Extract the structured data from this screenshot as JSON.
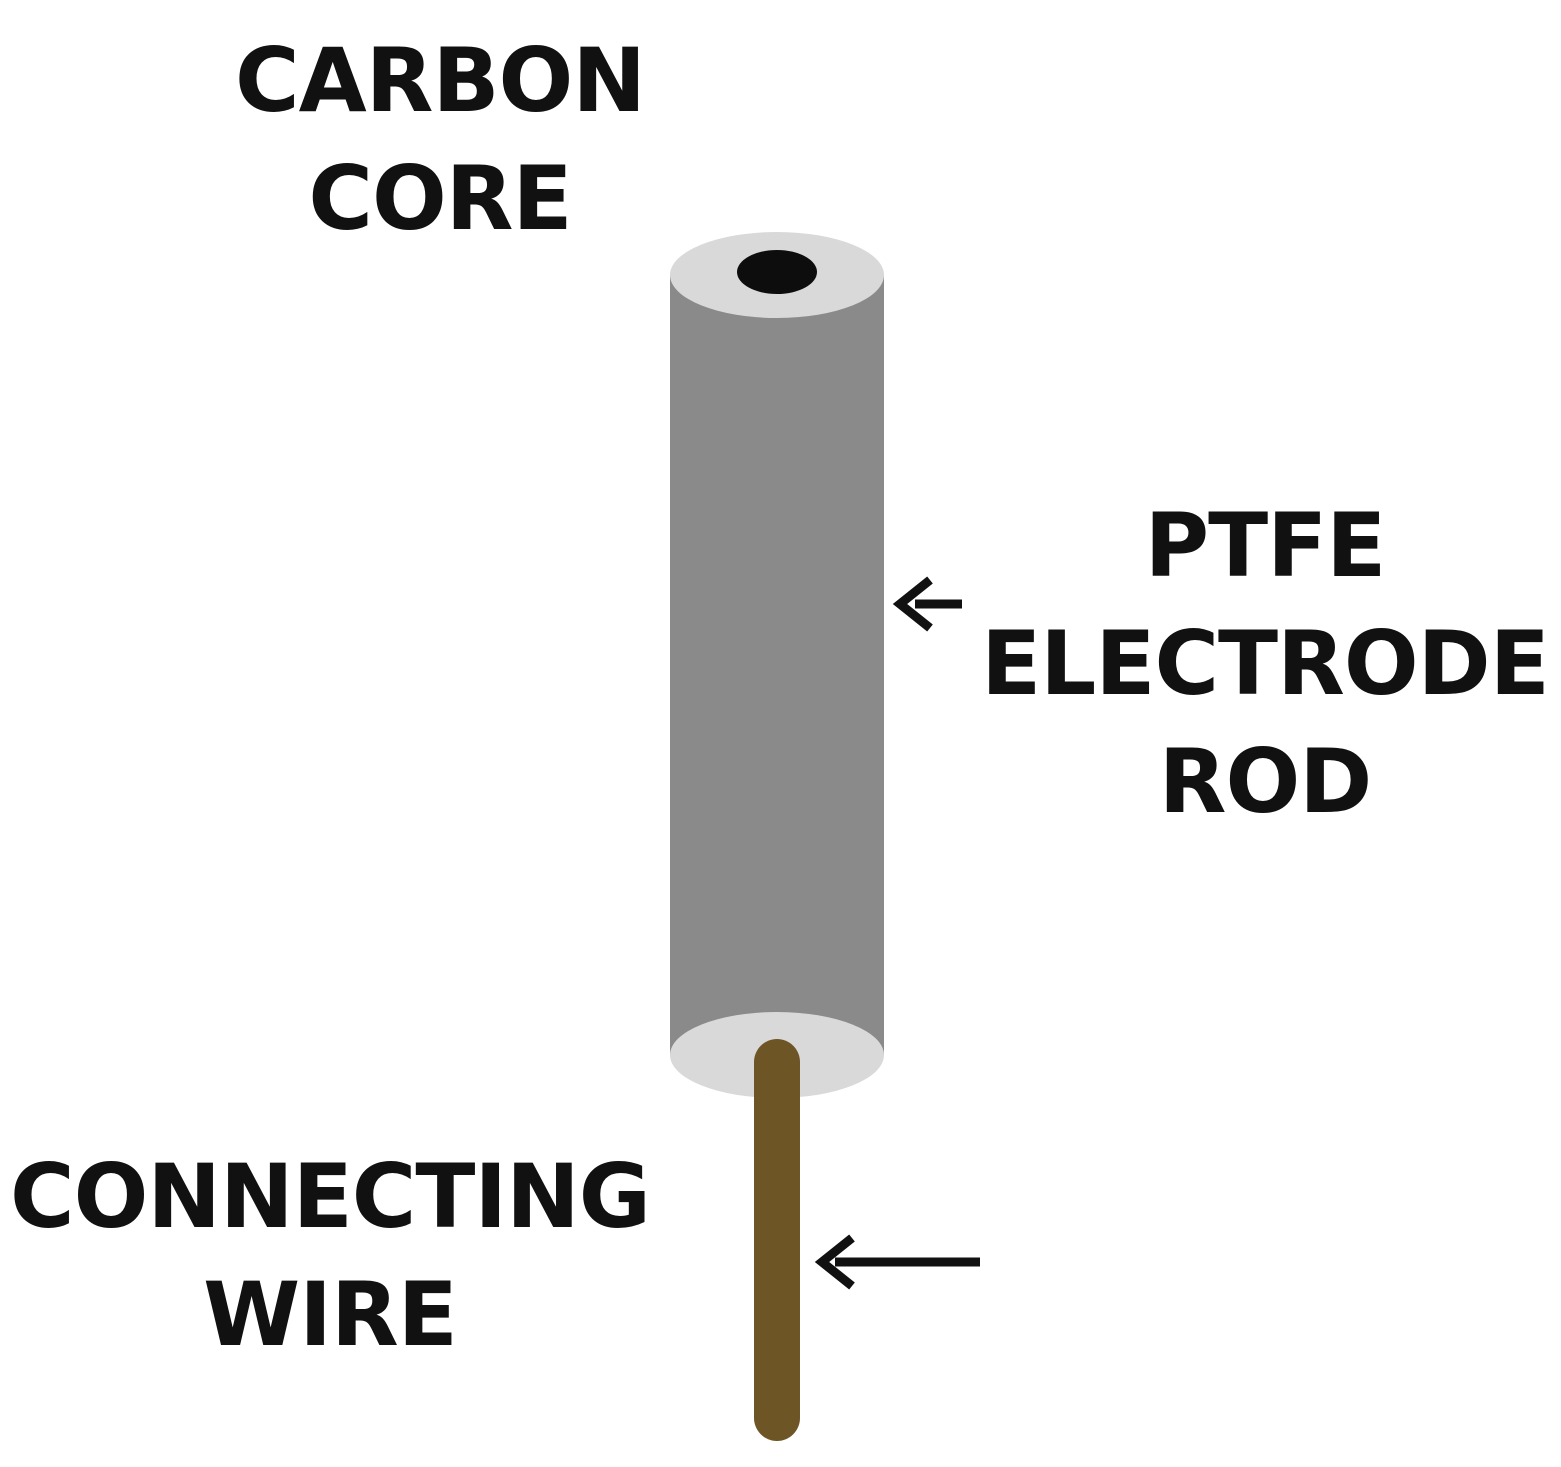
{
  "labels": {
    "carbon_core": [
      "CARBON",
      "CORE"
    ],
    "ptfe_rod": [
      "PTFE",
      "ELECTRODE",
      "ROD"
    ],
    "connecting_wire": [
      "CONNECTING",
      "WIRE"
    ]
  },
  "colors": {
    "rod_body": "#8a8a8a",
    "rod_end_face": "#d9d9d9",
    "carbon_core": "#0d0d0d",
    "wire": "#6e5526",
    "text": "#111111",
    "arrow": "#111111"
  }
}
